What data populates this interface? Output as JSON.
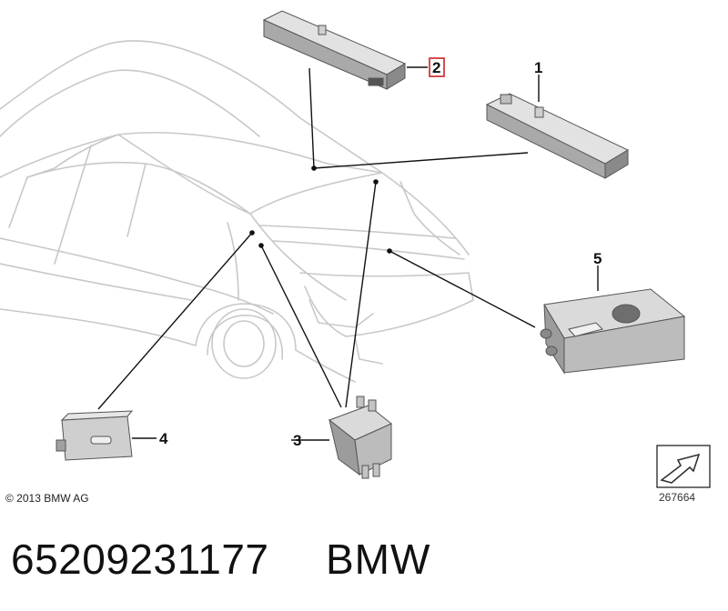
{
  "diagram": {
    "callouts": [
      {
        "id": "1",
        "label": "1"
      },
      {
        "id": "2",
        "label": "2",
        "highlight_color": "#cc2222"
      },
      {
        "id": "3",
        "label": "3"
      },
      {
        "id": "4",
        "label": "4"
      },
      {
        "id": "5",
        "label": "5"
      }
    ],
    "copyright": "© 2013 BMW AG",
    "image_code": "267664"
  },
  "footer": {
    "part_number": "65209231177",
    "brand": "BMW"
  },
  "colors": {
    "line": "#111111",
    "car_outline": "#c8c8c8",
    "part_fill": "#d2d2d2",
    "part_shade": "#a9a9a9",
    "part_dark": "#7d7d7d",
    "callout_highlight": "#cc2222"
  },
  "icons": {
    "orientation_arrow": "arrow-icon"
  }
}
